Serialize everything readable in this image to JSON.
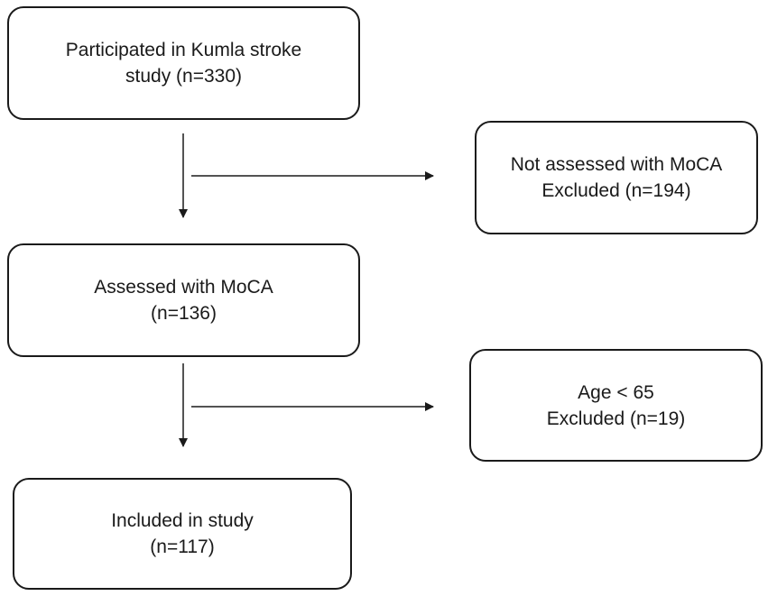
{
  "flowchart": {
    "participated": {
      "line1": "Participated in Kumla stroke",
      "line2": "study (n=330)"
    },
    "not_assessed": {
      "line1": "Not assessed with MoCA",
      "line2": "Excluded (n=194)"
    },
    "assessed": {
      "line1": "Assessed with MoCA",
      "line2": "(n=136)"
    },
    "age_excluded": {
      "line1": "Age < 65",
      "line2": "Excluded (n=19)"
    },
    "included": {
      "line1": "Included in study",
      "line2": "(n=117)"
    }
  },
  "colors": {
    "stroke": "#1a1a1a",
    "background": "#ffffff"
  }
}
